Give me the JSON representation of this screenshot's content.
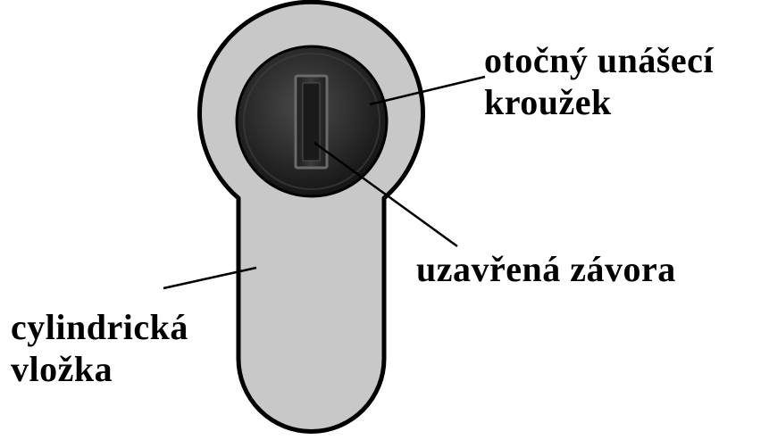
{
  "labels": {
    "ring": [
      "otočný unášecí",
      "kroužek"
    ],
    "bolt": "uzavřená závora",
    "cylinder": [
      "cylindrická",
      "vložka"
    ]
  },
  "colors": {
    "background": "#ffffff",
    "cylinder_body": "#c8c8c8",
    "outline": "#000000",
    "ring_dark": "#2a2a2a",
    "text": "#000000"
  }
}
